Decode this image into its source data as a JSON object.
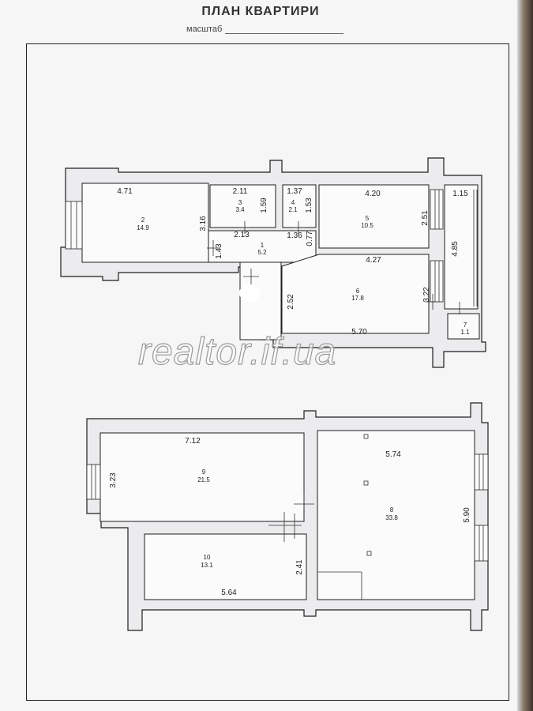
{
  "title": "ПЛАН КВАРТИРИ",
  "scale_label": "масштаб",
  "watermark": "realtor.if.ua",
  "upper_floor": {
    "rooms": [
      {
        "number": "2",
        "area": "14.9"
      },
      {
        "number": "3",
        "area": "3.4"
      },
      {
        "number": "4",
        "area": "2.1"
      },
      {
        "number": "5",
        "area": "10.5"
      },
      {
        "number": "1",
        "area": "5.2"
      },
      {
        "number": "6",
        "area": "17.8"
      },
      {
        "number": "7",
        "area": "1.1"
      }
    ],
    "dimensions": {
      "d471": "4.71",
      "d211": "2.11",
      "d137": "1.37",
      "d420": "4.20",
      "d115": "1.15",
      "d316": "3.16",
      "d159": "1.59",
      "d153": "1.53",
      "d251": "2.51",
      "d485": "4.85",
      "d213": "2.13",
      "d136": "1.36",
      "d077": "0.77",
      "d143": "1.43",
      "d427": "4.27",
      "d252": "2.52",
      "d322": "3.22",
      "d570": "5.70"
    }
  },
  "lower_floor": {
    "rooms": [
      {
        "number": "9",
        "area": "21.5"
      },
      {
        "number": "8",
        "area": "33.8"
      },
      {
        "number": "10",
        "area": "13.1"
      }
    ],
    "dimensions": {
      "d712": "7.12",
      "d574": "5.74",
      "d323": "3.23",
      "d590": "5.90",
      "d241": "2.41",
      "d564": "5.64"
    }
  }
}
